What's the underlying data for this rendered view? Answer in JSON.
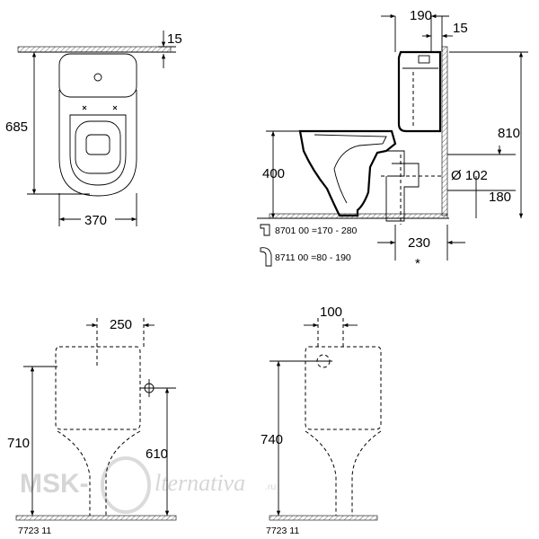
{
  "top_view": {
    "dim_wall_gap": "15",
    "dim_depth": "685",
    "dim_width": "370"
  },
  "side_view": {
    "dim_tank_depth": "190",
    "dim_tank_gap": "15",
    "dim_height_total": "810",
    "dim_seat_height": "400",
    "dim_outlet_diameter": "Ø 102",
    "dim_outlet_height": "180",
    "dim_outlet_offset": "230",
    "asterisk": "*",
    "fitting_1": "8701 00  =170 - 280",
    "fitting_2": "8711 00  =80 -  190"
  },
  "rear_left": {
    "dim_inlet_offset": "250",
    "dim_total_height": "710",
    "dim_inlet_height": "610",
    "model_code": "7723 11"
  },
  "rear_right": {
    "dim_inlet_offset": "100",
    "dim_total_height": "740",
    "model_code": "7723 11"
  },
  "watermark": {
    "brand": "MSK-",
    "script": "lternativa",
    "suffix": ".ru"
  }
}
